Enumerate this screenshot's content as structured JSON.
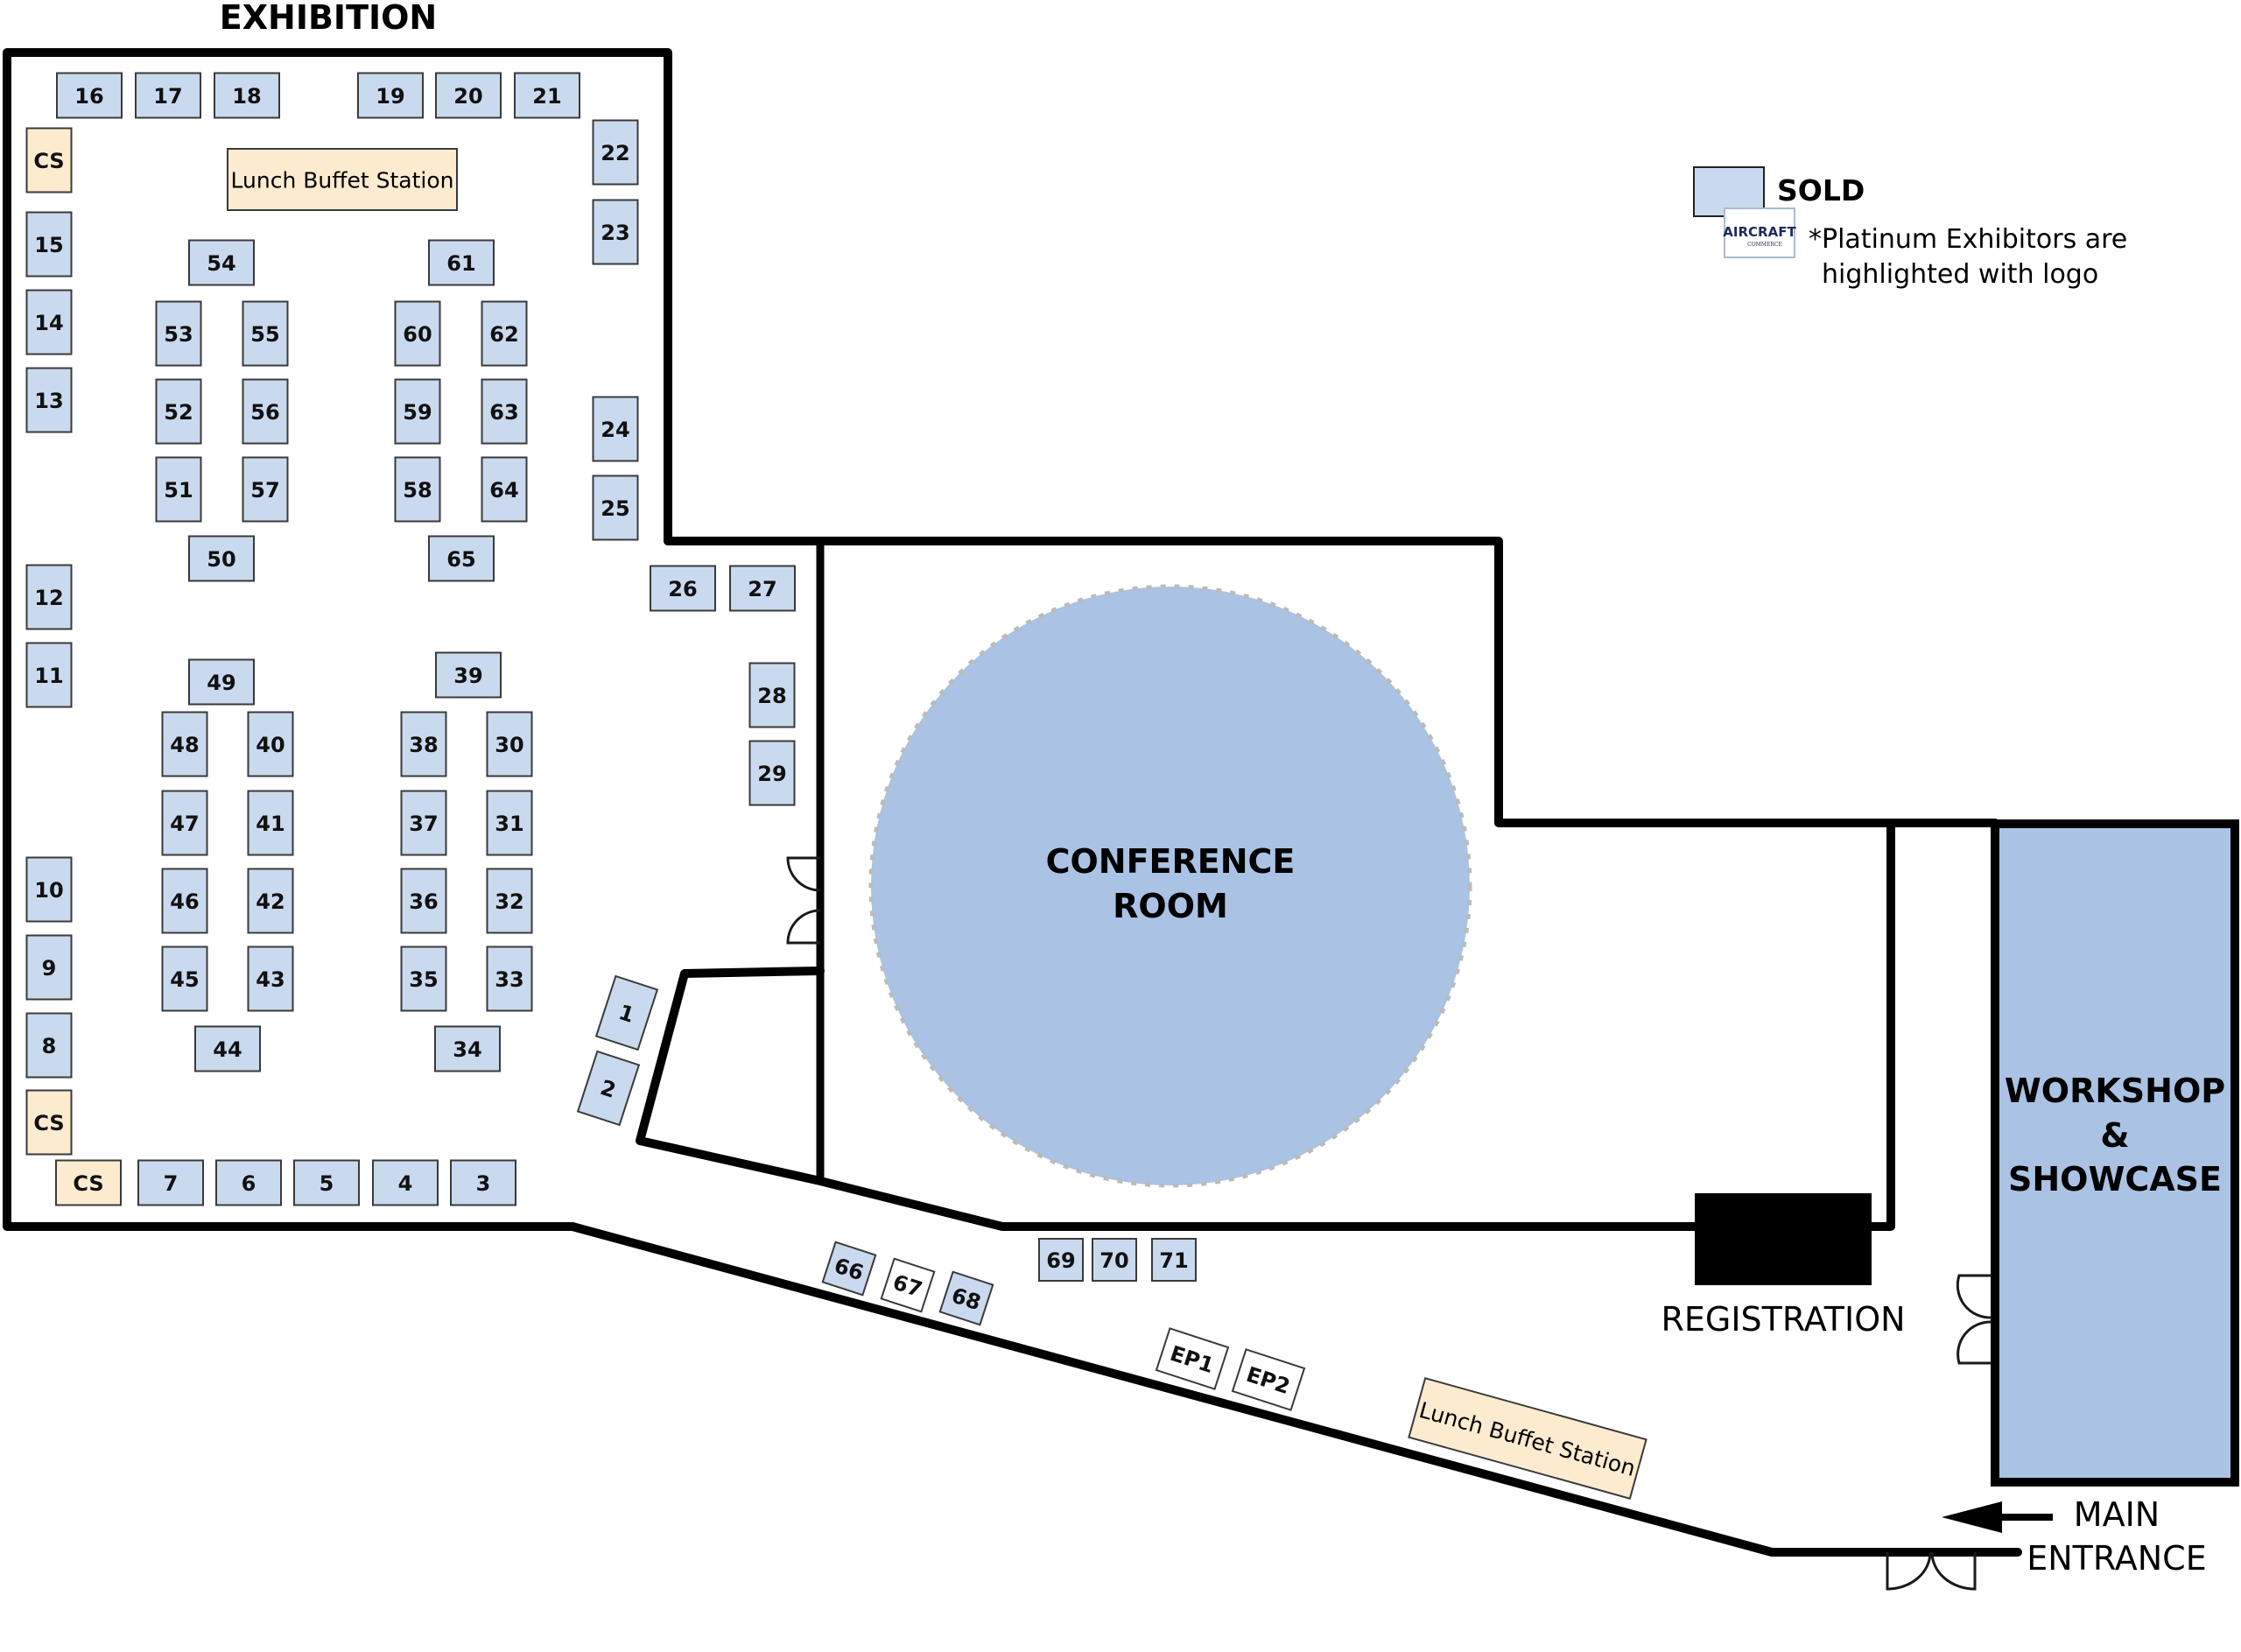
{
  "title": "EXHIBITION",
  "colors": {
    "sold": "#c9daef",
    "unsold": "#ffffff",
    "service": "#fdebd0",
    "room": "#aac3e4",
    "circle_border": "#bbbbbb",
    "wall": "#000000"
  },
  "legend": {
    "sold_label": "SOLD",
    "logo_text": "AIRCRAFT",
    "logo_subtext": "COMMERCE",
    "note_line1": "*Platinum Exhibitors are",
    "note_line2": "highlighted with logo"
  },
  "rooms": {
    "conference_line1": "CONFERENCE",
    "conference_line2": "ROOM",
    "workshop_line1": "WORKSHOP",
    "workshop_line2": "&",
    "workshop_line3": "SHOWCASE",
    "registration": "REGISTRATION",
    "entrance_line1": "MAIN",
    "entrance_line2": "ENTRANCE"
  },
  "stations": [
    {
      "label": "Lunch Buffet Station",
      "location": "exhibition-hall"
    },
    {
      "label": "Lunch Buffet Station",
      "location": "corridor"
    }
  ],
  "booths": [
    {
      "id": "16",
      "status": "sold"
    },
    {
      "id": "17",
      "status": "sold"
    },
    {
      "id": "18",
      "status": "sold"
    },
    {
      "id": "19",
      "status": "sold"
    },
    {
      "id": "20",
      "status": "sold"
    },
    {
      "id": "21",
      "status": "sold"
    },
    {
      "id": "CS",
      "status": "service"
    },
    {
      "id": "22",
      "status": "sold"
    },
    {
      "id": "23",
      "status": "sold"
    },
    {
      "id": "15",
      "status": "sold"
    },
    {
      "id": "14",
      "status": "sold"
    },
    {
      "id": "13",
      "status": "sold"
    },
    {
      "id": "54",
      "status": "sold"
    },
    {
      "id": "61",
      "status": "sold"
    },
    {
      "id": "53",
      "status": "sold"
    },
    {
      "id": "55",
      "status": "sold"
    },
    {
      "id": "60",
      "status": "sold"
    },
    {
      "id": "62",
      "status": "sold"
    },
    {
      "id": "52",
      "status": "sold"
    },
    {
      "id": "56",
      "status": "sold"
    },
    {
      "id": "59",
      "status": "sold"
    },
    {
      "id": "63",
      "status": "sold"
    },
    {
      "id": "51",
      "status": "sold"
    },
    {
      "id": "57",
      "status": "sold"
    },
    {
      "id": "58",
      "status": "sold"
    },
    {
      "id": "64",
      "status": "sold"
    },
    {
      "id": "50",
      "status": "sold"
    },
    {
      "id": "65",
      "status": "sold"
    },
    {
      "id": "24",
      "status": "sold"
    },
    {
      "id": "25",
      "status": "sold"
    },
    {
      "id": "26",
      "status": "sold"
    },
    {
      "id": "27",
      "status": "sold"
    },
    {
      "id": "12",
      "status": "sold"
    },
    {
      "id": "11",
      "status": "sold"
    },
    {
      "id": "49",
      "status": "sold"
    },
    {
      "id": "39",
      "status": "sold"
    },
    {
      "id": "28",
      "status": "sold"
    },
    {
      "id": "29",
      "status": "sold"
    },
    {
      "id": "48",
      "status": "sold"
    },
    {
      "id": "40",
      "status": "sold"
    },
    {
      "id": "38",
      "status": "sold"
    },
    {
      "id": "30",
      "status": "sold"
    },
    {
      "id": "47",
      "status": "sold"
    },
    {
      "id": "41",
      "status": "sold"
    },
    {
      "id": "37",
      "status": "sold"
    },
    {
      "id": "31",
      "status": "sold"
    },
    {
      "id": "46",
      "status": "sold"
    },
    {
      "id": "42",
      "status": "sold"
    },
    {
      "id": "36",
      "status": "sold"
    },
    {
      "id": "32",
      "status": "sold"
    },
    {
      "id": "45",
      "status": "sold"
    },
    {
      "id": "43",
      "status": "sold"
    },
    {
      "id": "35",
      "status": "sold"
    },
    {
      "id": "33",
      "status": "sold"
    },
    {
      "id": "44",
      "status": "sold"
    },
    {
      "id": "34",
      "status": "sold"
    },
    {
      "id": "10",
      "status": "sold"
    },
    {
      "id": "9",
      "status": "sold"
    },
    {
      "id": "8",
      "status": "sold"
    },
    {
      "id": "CS",
      "status": "service"
    },
    {
      "id": "CS",
      "status": "service"
    },
    {
      "id": "7",
      "status": "sold"
    },
    {
      "id": "6",
      "status": "sold"
    },
    {
      "id": "5",
      "status": "sold"
    },
    {
      "id": "4",
      "status": "sold"
    },
    {
      "id": "3",
      "status": "sold"
    },
    {
      "id": "1",
      "status": "sold"
    },
    {
      "id": "2",
      "status": "sold"
    },
    {
      "id": "66",
      "status": "sold"
    },
    {
      "id": "67",
      "status": "unsold"
    },
    {
      "id": "68",
      "status": "sold"
    },
    {
      "id": "69",
      "status": "sold"
    },
    {
      "id": "70",
      "status": "sold"
    },
    {
      "id": "71",
      "status": "sold"
    },
    {
      "id": "EP1",
      "status": "unsold"
    },
    {
      "id": "EP2",
      "status": "unsold"
    }
  ]
}
